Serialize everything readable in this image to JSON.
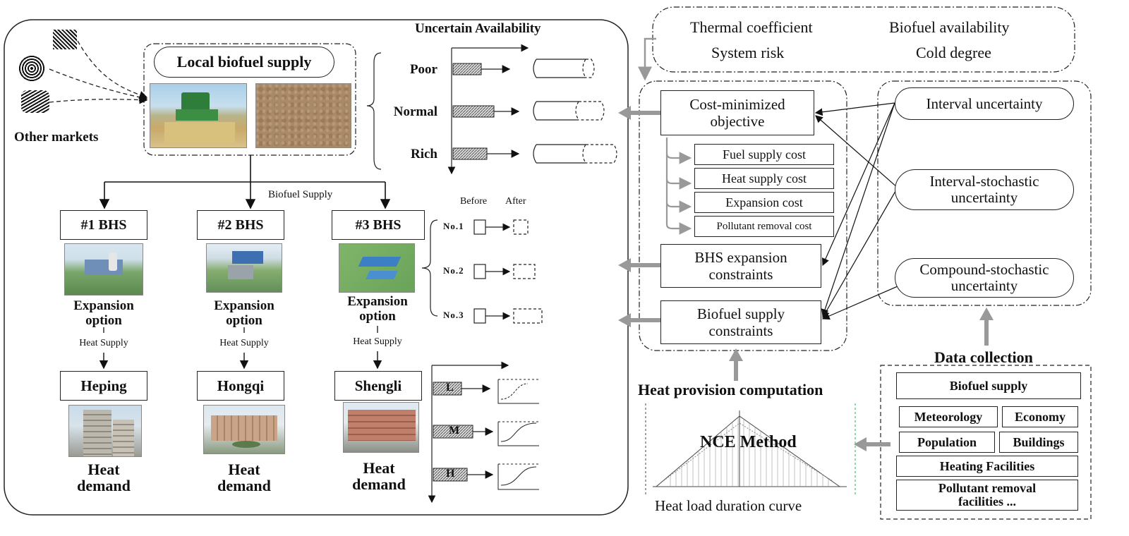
{
  "left_panel": {
    "uncertain_availability": "Uncertain Availability",
    "local_biofuel_supply": "Local biofuel supply",
    "other_markets": "Other markets",
    "levels": [
      "Poor",
      "Normal",
      "Rich"
    ],
    "biofuel_supply_label": "Biofuel Supply",
    "bhs": [
      "#1 BHS",
      "#2 BHS",
      "#3 BHS"
    ],
    "expansion_line1": "Expansion",
    "expansion_line2": "option",
    "heat_supply_label": "Heat Supply",
    "districts": [
      "Heping",
      "Hongqi",
      "Shengli"
    ],
    "heat_line1": "Heat",
    "heat_line2": "demand",
    "before": "Before",
    "after": "After",
    "options": [
      "No.1",
      "No.2",
      "No.3"
    ],
    "demand_levels": [
      "L",
      "M",
      "H"
    ]
  },
  "factors": {
    "thermal": "Thermal coefficient",
    "availability": "Biofuel availability",
    "risk": "System risk",
    "cold": "Cold degree"
  },
  "model": {
    "objective_line1": "Cost-minimized",
    "objective_line2": "objective",
    "costs": [
      "Fuel supply cost",
      "Heat supply cost",
      "Expansion cost",
      "Pollutant removal cost"
    ],
    "bhs_constraints_line1": "BHS expansion",
    "bhs_constraints_line2": "constraints",
    "biofuel_constraints_line1": "Biofuel supply",
    "biofuel_constraints_line2": "constraints"
  },
  "uncertainty": {
    "interval": "Interval uncertainty",
    "interval_stochastic_line1": "Interval-stochastic",
    "interval_stochastic_line2": "uncertainty",
    "compound_line1": "Compound-stochastic",
    "compound_line2": "uncertainty"
  },
  "data_collection": {
    "title": "Data collection",
    "items": [
      "Biofuel supply",
      "Meteorology",
      "Economy",
      "Population",
      "Buildings",
      "Heating Facilities"
    ],
    "pollutant_line1": "Pollutant removal",
    "pollutant_line2": "facilities ..."
  },
  "heat_provision": {
    "title": "Heat provision computation",
    "method": "NCE Method",
    "curve": "Heat load duration curve"
  }
}
